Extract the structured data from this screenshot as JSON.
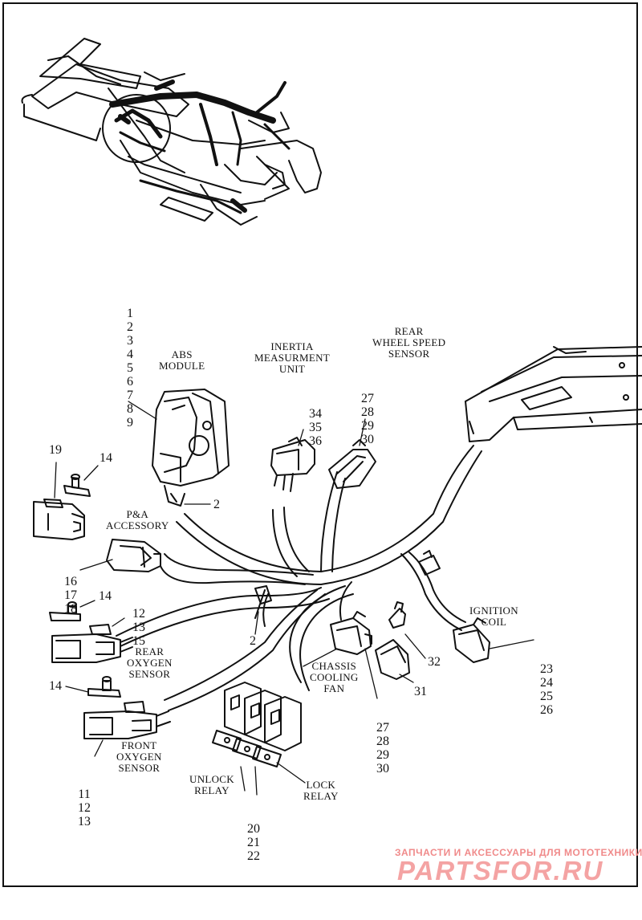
{
  "labels": {
    "abs_module": "ABS\nMODULE",
    "inertia": "INERTIA\nMEASURMENT\nUNIT",
    "rear_wheel_speed": "REAR\nWHEEL SPEED\nSENSOR",
    "pa_accessory": "P&A\nACCESSORY",
    "rear_oxygen": "REAR\nOXYGEN\nSENSOR",
    "front_oxygen": "FRONT\nOXYGEN\nSENSOR",
    "chassis_cooling_fan": "CHASSIS\nCOOLING\nFAN",
    "ignition_coil": "IGNITION\nCOIL",
    "unlock_relay": "UNLOCK\nRELAY",
    "lock_relay": "LOCK\nRELAY"
  },
  "callouts": {
    "abs_items": [
      "1",
      "2",
      "3",
      "4",
      "5",
      "6",
      "7",
      "8",
      "9"
    ],
    "abs_clip": "2",
    "harness_clip": "2",
    "inertia_items": [
      "34",
      "35",
      "36"
    ],
    "rear_wheel_items": [
      "27",
      "28",
      "29",
      "30"
    ],
    "connector_19": "19",
    "clip_14_top": "14",
    "pa_items": [
      "16",
      "17",
      "18"
    ],
    "pa_items_right": [
      "12",
      "13",
      "15"
    ],
    "clip_14_mid": "14",
    "clip_14_low": "14",
    "front_o2_items": [
      "11",
      "12",
      "13"
    ],
    "relay_items": [
      "20",
      "21",
      "22"
    ],
    "cooling_fan_items": [
      "27",
      "28",
      "29",
      "30"
    ],
    "item_31": "31",
    "item_32": "32",
    "ignition_items": [
      "23",
      "24",
      "25",
      "26"
    ]
  },
  "watermark": {
    "tagline": "ЗАПЧАСТИ И АКСЕССУАРЫ ДЛЯ МОТОТЕХНИКИ",
    "logo": "PARTSFOR.RU"
  }
}
